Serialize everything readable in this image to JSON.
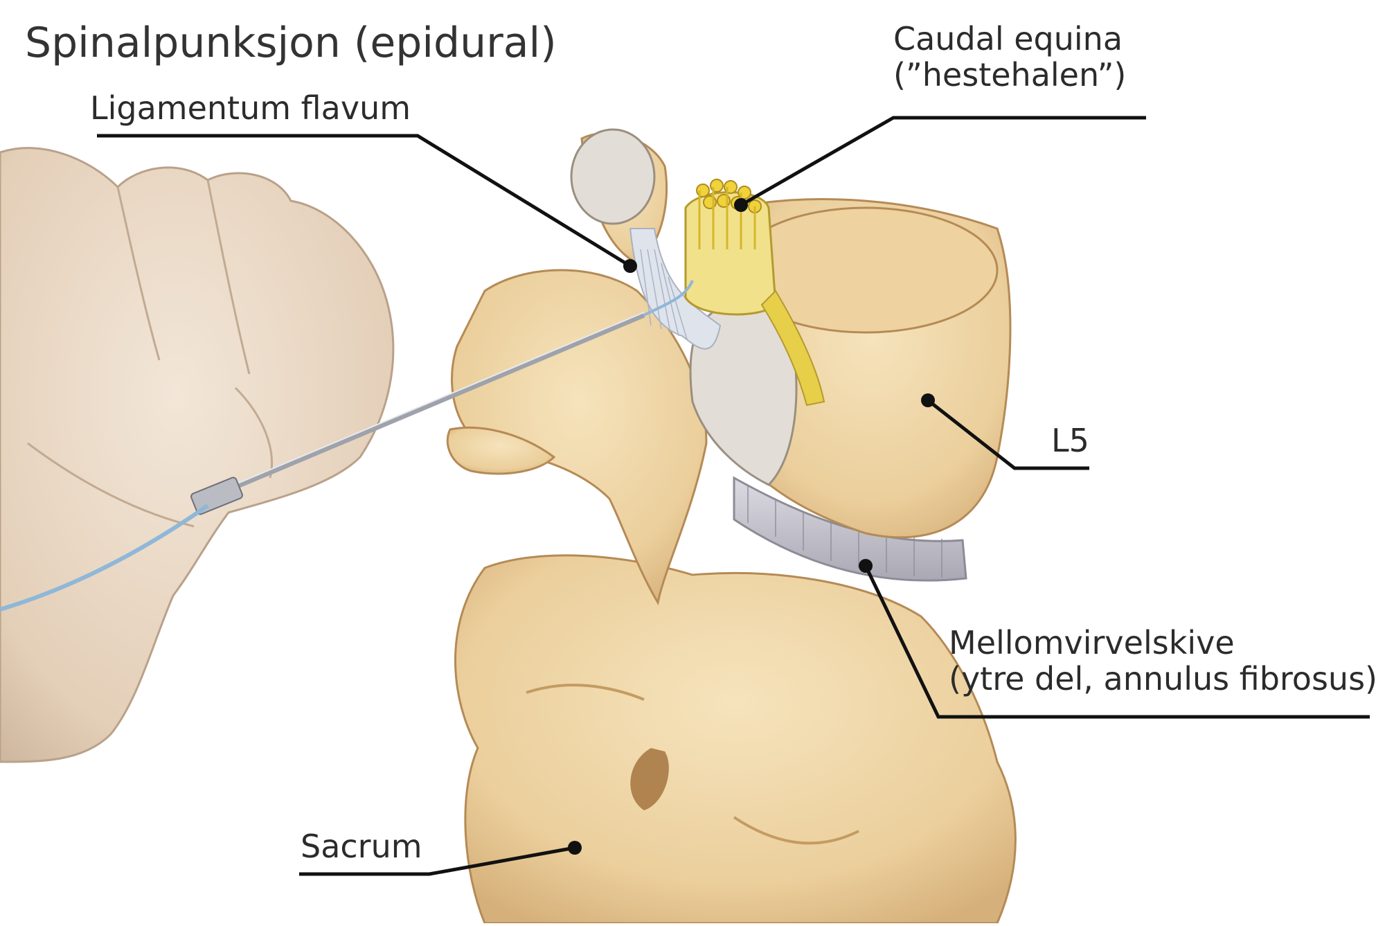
{
  "title": "Spinalpunksjon (epidural)",
  "labels": {
    "ligamentum_flavum": "Ligamentum flavum",
    "caudal_equina_line1": "Caudal equina",
    "caudal_equina_line2": "(”hestehalen”)",
    "l5": "L5",
    "mellomvirvelskive_line1": "Mellomvirvelskive",
    "mellomvirvelskive_line2": "(ytre del, annulus fibrosus)",
    "sacrum": "Sacrum"
  },
  "colors": {
    "bone": "#eed3a2",
    "bone_shadow": "#d4ad72",
    "skin": "#e9d7c3",
    "skin_shadow": "#cfb9a2",
    "nerve": "#e8cf4a",
    "disc": "#c9c8cf",
    "leader_line": "#111111"
  }
}
